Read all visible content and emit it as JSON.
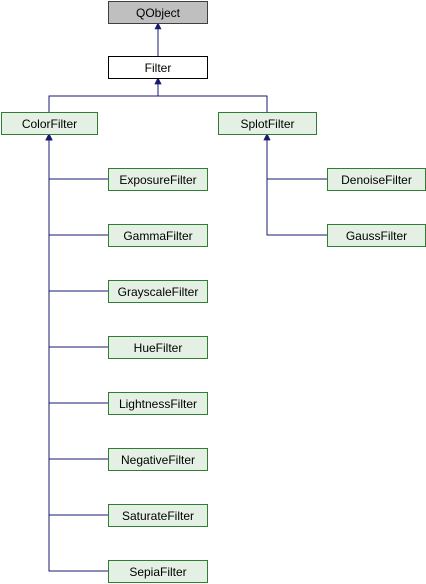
{
  "diagram": {
    "kind": "class-inheritance",
    "colors": {
      "root_fill": "#bfbfbf",
      "root_stroke": "#404040",
      "base_fill": "#ffffff",
      "base_stroke": "#000000",
      "node_fill": "#e4f0e4",
      "node_stroke": "#2e7d32",
      "edge": "#191970"
    },
    "nodes": [
      {
        "id": "qobject",
        "label": "QObject",
        "style": "root"
      },
      {
        "id": "filter",
        "label": "Filter",
        "style": "base"
      },
      {
        "id": "colorfilter",
        "label": "ColorFilter",
        "style": "class"
      },
      {
        "id": "splotfilter",
        "label": "SplotFilter",
        "style": "class"
      },
      {
        "id": "exposurefilter",
        "label": "ExposureFilter",
        "style": "class"
      },
      {
        "id": "gammafilter",
        "label": "GammaFilter",
        "style": "class"
      },
      {
        "id": "grayscalefilter",
        "label": "GrayscaleFilter",
        "style": "class"
      },
      {
        "id": "huefilter",
        "label": "HueFilter",
        "style": "class"
      },
      {
        "id": "lightnessfilter",
        "label": "LightnessFilter",
        "style": "class"
      },
      {
        "id": "negativefilter",
        "label": "NegativeFilter",
        "style": "class"
      },
      {
        "id": "saturatefilter",
        "label": "SaturateFilter",
        "style": "class"
      },
      {
        "id": "sepiafilter",
        "label": "SepiaFilter",
        "style": "class"
      },
      {
        "id": "denoisefilter",
        "label": "DenoiseFilter",
        "style": "class"
      },
      {
        "id": "gaussfilter",
        "label": "GaussFilter",
        "style": "class"
      }
    ],
    "edges": [
      {
        "from": "filter",
        "to": "qobject"
      },
      {
        "from": "colorfilter",
        "to": "filter"
      },
      {
        "from": "splotfilter",
        "to": "filter"
      },
      {
        "from": "exposurefilter",
        "to": "colorfilter"
      },
      {
        "from": "gammafilter",
        "to": "colorfilter"
      },
      {
        "from": "grayscalefilter",
        "to": "colorfilter"
      },
      {
        "from": "huefilter",
        "to": "colorfilter"
      },
      {
        "from": "lightnessfilter",
        "to": "colorfilter"
      },
      {
        "from": "negativefilter",
        "to": "colorfilter"
      },
      {
        "from": "saturatefilter",
        "to": "colorfilter"
      },
      {
        "from": "sepiafilter",
        "to": "colorfilter"
      },
      {
        "from": "denoisefilter",
        "to": "splotfilter"
      },
      {
        "from": "gaussfilter",
        "to": "splotfilter"
      }
    ]
  }
}
